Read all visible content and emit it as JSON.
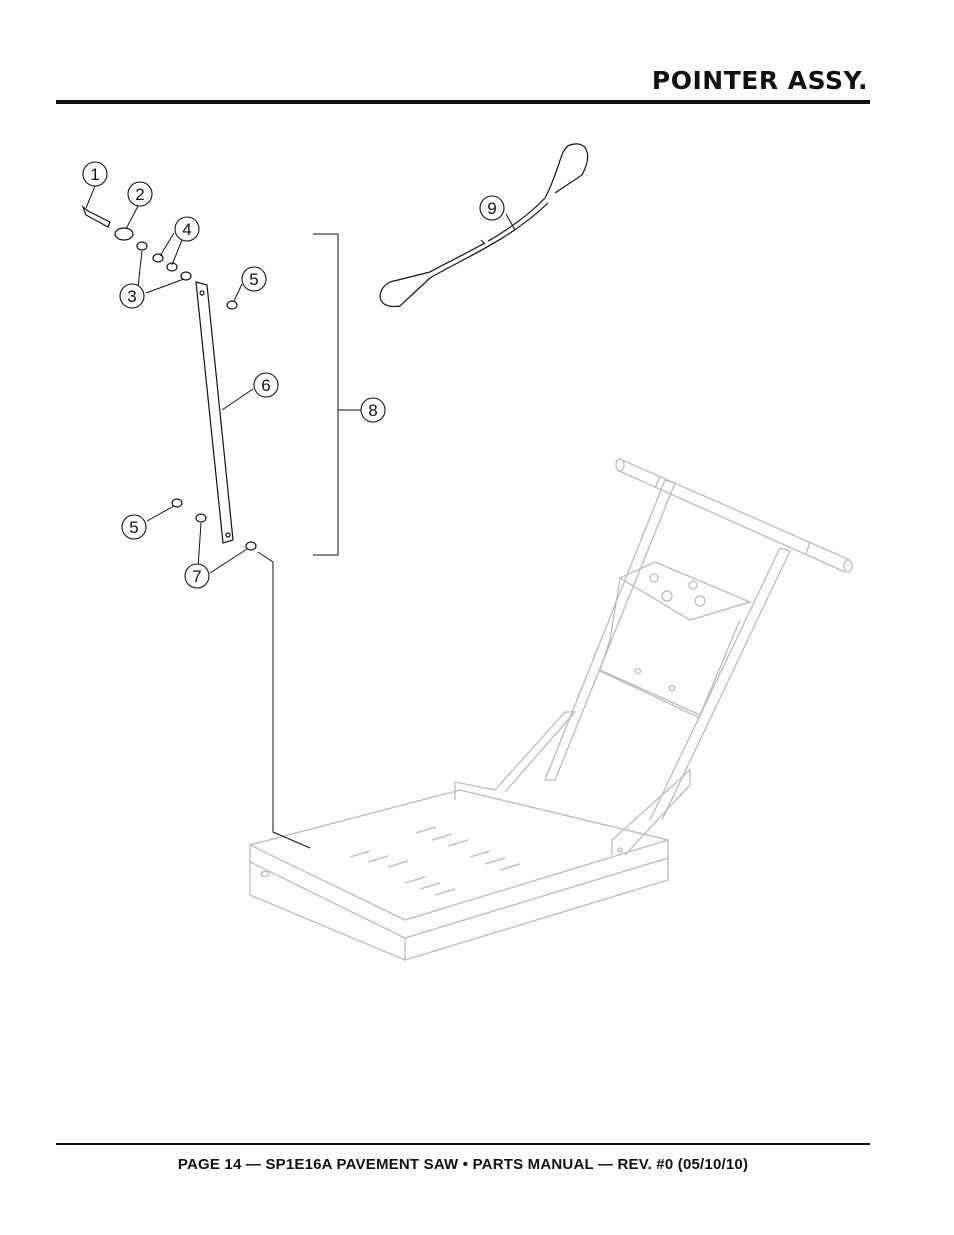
{
  "header": {
    "title": "POINTER ASSY."
  },
  "footer": {
    "text": "PAGE 14 — SP1E16A PAVEMENT SAW • PARTS MANUAL — REV. #0 (05/10/10)"
  },
  "callouts": {
    "c1": "1",
    "c2": "2",
    "c3a": "3",
    "c4": "4",
    "c5a": "5",
    "c6": "6",
    "c8": "8",
    "c9": "9",
    "c5b": "5",
    "c7": "7"
  }
}
